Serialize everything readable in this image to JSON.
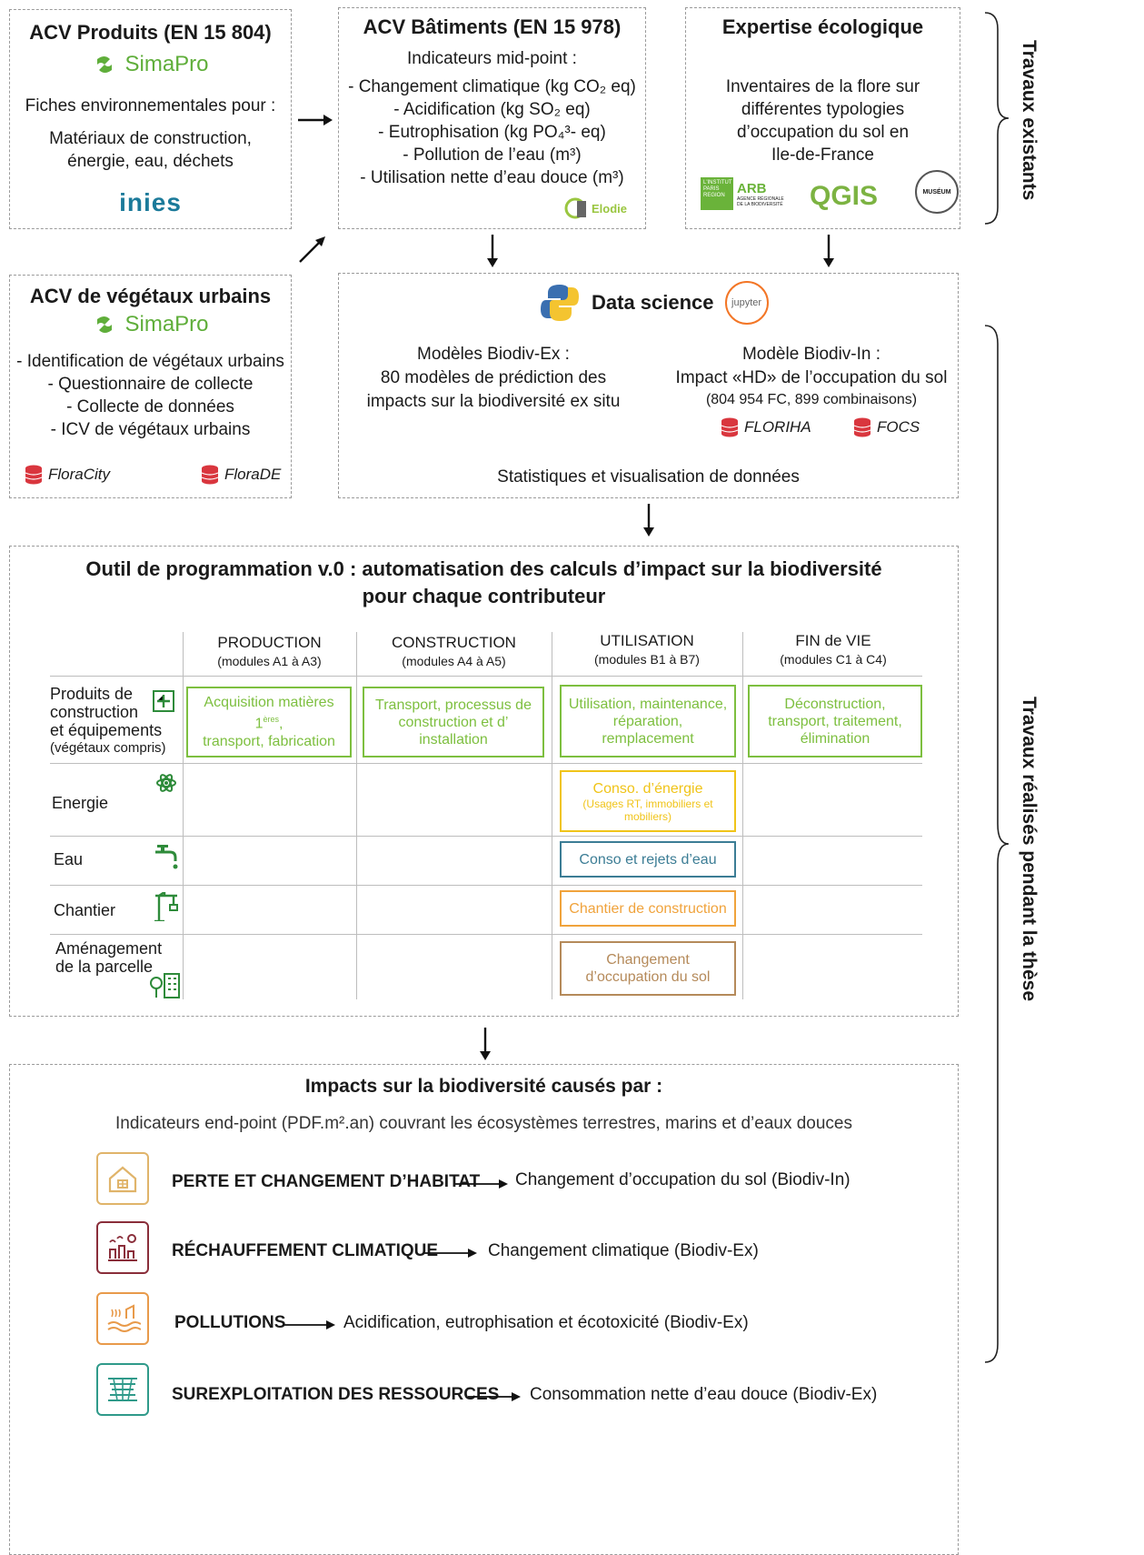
{
  "box_products": {
    "title": "ACV Produits (EN 15 804)",
    "simapro": "SimaPro",
    "line1": "Fiches environnementales pour :",
    "line2": "Matériaux de construction,",
    "line3": "énergie, eau, déchets",
    "logo": "inies"
  },
  "box_buildings": {
    "title": "ACV Bâtiments (EN 15 978)",
    "subtitle": "Indicateurs mid-point :",
    "items": [
      "- Changement climatique  (kg CO₂ eq)",
      "- Acidification (kg SO₂ eq)",
      "- Eutrophisation (kg PO₄³- eq)",
      "- Pollution de l’eau (m³)",
      "- Utilisation nette d’eau douce (m³)"
    ],
    "logo": "Elodie"
  },
  "box_ecology": {
    "title": "Expertise écologique",
    "lines": [
      "Inventaires de la flore sur",
      "différentes typologies",
      "d’occupation du sol en",
      "Ile-de-France"
    ],
    "logo_arb": "ARB",
    "logo_arb_small": "L'INSTITUT PARIS REGION",
    "logo_arb_sub": "AGENCE RÉGIONALE DE LA BIODIVERSITÉ",
    "logo_qgis": "QGIS",
    "logo_museum": "MUSÉUM"
  },
  "box_plants": {
    "title": "ACV de végétaux urbains",
    "simapro": "SimaPro",
    "items": [
      "- Identification de végétaux urbains",
      "- Questionnaire de collecte",
      "- Collecte de données",
      "- ICV de végétaux urbains"
    ],
    "db1": "FloraCity",
    "db2": "FloraDE"
  },
  "box_datascience": {
    "title": "Data science",
    "jupyter": "jupyter",
    "left": [
      "Modèles Biodiv-Ex :",
      "80 modèles de prédiction des",
      "impacts sur la  biodiversité ex situ"
    ],
    "right1": "Modèle Biodiv-In :",
    "right2": "Impact  «HD»  de l’occupation du sol",
    "right3": "(804 954 FC, 899 combinaisons)",
    "db1": "FLORIHA",
    "db2": "FOCS",
    "footer": "Statistiques et visualisation de données"
  },
  "tool": {
    "title1": "Outil de programmation v.0 : automatisation des calculs d’impact sur la biodiversité",
    "title2": "pour chaque contributeur",
    "columns": [
      {
        "name": "PRODUCTION",
        "sub": "(modules A1 à A3)"
      },
      {
        "name": "CONSTRUCTION",
        "sub": "(modules A4 à A5)"
      },
      {
        "name": "UTILISATION",
        "sub": "(modules B1 à B7)"
      },
      {
        "name": "FIN de VIE",
        "sub": "(modules C1 à C4)"
      }
    ],
    "rows": {
      "products": [
        "Produits de",
        "construction",
        "et équipements",
        "(végétaux compris)"
      ],
      "energy": "Energie",
      "water": "Eau",
      "site": "Chantier",
      "parcel": [
        "Aménagement",
        "de la parcelle"
      ]
    },
    "cells": {
      "prod_a": "Acquisition matières 1",
      "prod_a_sup": "ères",
      "prod_a2": "transport, fabrication",
      "prod_b": "Transport, processus de construction et d’ installation",
      "prod_c": "Utilisation,  maintenance, réparation,  remplacement",
      "prod_d": "Déconstruction,  transport, traitement, élimination",
      "energy": "Conso. d’énergie",
      "energy_sub": "(Usages RT, immobiliers et mobiliers)",
      "water": "Conso et rejets d’eau",
      "site": "Chantier de construction",
      "parcel": "Changement d’occupation du sol"
    },
    "colors": {
      "green": "#7dbf3f",
      "yellow": "#f0c419",
      "blue": "#3c7d95",
      "orange": "#f0a33c",
      "brown": "#b58a5a"
    }
  },
  "impacts": {
    "title": "Impacts sur la biodiversité causés par :",
    "subtitle": "Indicateurs end-point (PDF.m².an) couvrant les écosystèmes terrestres, marins et d’eaux douces",
    "items": [
      {
        "label": "PERTE ET CHANGEMENT D’HABITAT",
        "result": "Changement d’occupation du sol (Biodiv-In)",
        "icon": "house-habitat-icon",
        "color": "#e0b46a"
      },
      {
        "label": "RÉCHAUFFEMENT CLIMATIQUE",
        "result": "Changement climatique (Biodiv-Ex)",
        "icon": "climate-icon",
        "color": "#8a2e3a"
      },
      {
        "label": "POLLUTIONS",
        "result": "Acidification, eutrophisation et écotoxicité (Biodiv-Ex)",
        "icon": "pollution-icon",
        "color": "#e89a4a"
      },
      {
        "label": "SUREXPLOITATION DES RESSOURCES",
        "result": "Consommation nette d’eau douce (Biodiv-Ex)",
        "icon": "resources-icon",
        "color": "#2f9a8a"
      }
    ]
  },
  "side": {
    "existing": "Travaux existants",
    "thesis": "Travaux réalisés pendant la thèse"
  }
}
